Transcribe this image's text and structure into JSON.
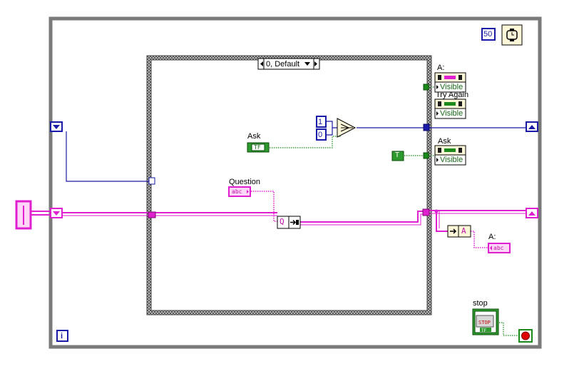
{
  "case_structure": {
    "selector": "0, Default"
  },
  "wait_timer": {
    "value": "50"
  },
  "labels": {
    "a_property_node": "A:",
    "try_again_property_node": "Try Again",
    "ask_property_node": "Ask",
    "ask_local_variable": "Ask",
    "question_terminal": "Question",
    "a_string_indicator": "A:",
    "stop_button": "stop"
  },
  "properties": {
    "a_visible": "Visible",
    "try_again_visible": "Visible",
    "ask_visible": "Visible"
  },
  "select_inputs": {
    "true_value": "1",
    "false_value": "0"
  },
  "terminal_types": {
    "boolean": "TF",
    "true_constant": "T",
    "string": "abc",
    "stop": "STOP",
    "queue": "Q",
    "a_node": "A",
    "info": "i"
  },
  "colors": {
    "loop_frame": "#808080",
    "case_frame": "#6e6e6e",
    "numeric_wire": "#1a1aa8",
    "string_wire": "#e020d0",
    "boolean_wire": "#1a8a1a",
    "string_tint": "#ffd6f5",
    "boolean_tint": "#2d9a2d"
  }
}
